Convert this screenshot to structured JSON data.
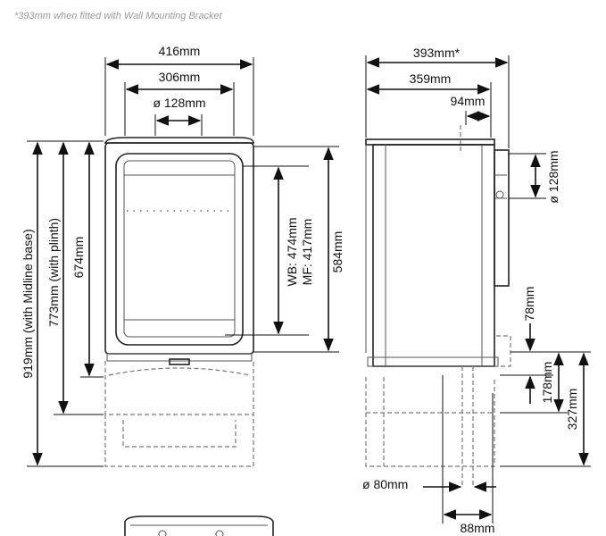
{
  "note": "*393mm when fitted with Wall Mounting Bracket",
  "front": {
    "width_overall": "416mm",
    "width_inner": "306mm",
    "flue_diameter": "ø 128mm",
    "height_midline": "919mm (with Midline base)",
    "height_plinth": "773mm (with plinth)",
    "height_body": "674mm",
    "wb": "WB: 474mm",
    "mf": "MF: 417mm",
    "height_door": "584mm"
  },
  "side": {
    "depth_overall": "393mm*",
    "depth_inner": "359mm",
    "flue_offset": "94mm",
    "rear_flue_diameter": "ø 128mm",
    "rear_flue_height": "78mm",
    "base_height_small": "178mm",
    "base_height_large": "327mm",
    "bottom_flue_diameter": "ø 80mm",
    "bottom_flue_offset": "88mm"
  }
}
